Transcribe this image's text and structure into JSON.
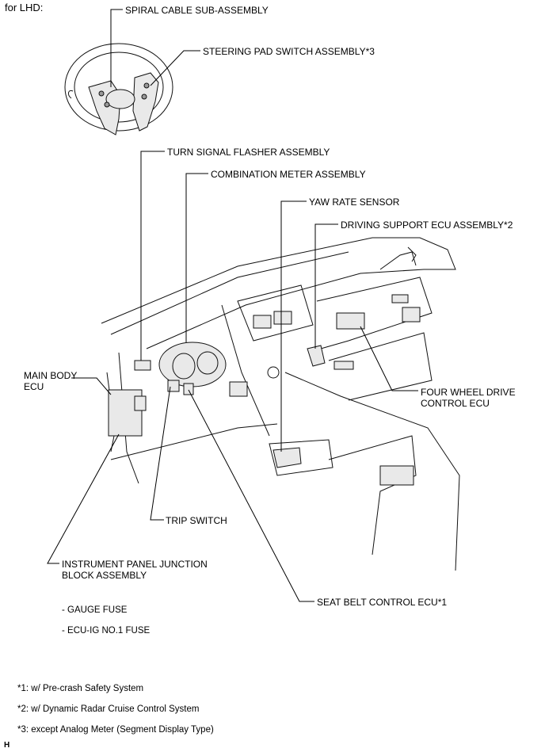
{
  "title": "for LHD:",
  "labels": {
    "spiral_cable": "SPIRAL CABLE SUB-ASSEMBLY",
    "steering_pad": "STEERING PAD SWITCH ASSEMBLY*3",
    "turn_signal": "TURN SIGNAL FLASHER ASSEMBLY",
    "combination_meter": "COMBINATION METER ASSEMBLY",
    "yaw_rate": "YAW RATE SENSOR",
    "driving_support": "DRIVING SUPPORT ECU ASSEMBLY*2",
    "main_body_1": "MAIN BODY",
    "main_body_2": "ECU",
    "four_wheel_1": "FOUR WHEEL DRIVE",
    "four_wheel_2": "CONTROL ECU",
    "trip_switch": "TRIP SWITCH",
    "ipjb_1": "INSTRUMENT PANEL JUNCTION",
    "ipjb_2": "BLOCK ASSEMBLY",
    "seat_belt": "SEAT BELT CONTROL ECU*1"
  },
  "fuses": [
    "- GAUGE FUSE",
    "- ECU-IG NO.1 FUSE"
  ],
  "footnotes": [
    "*1: w/ Pre-crash Safety System",
    "*2: w/ Dynamic Radar Cruise Control System",
    "*3: except Analog Meter (Segment Display Type)"
  ],
  "corner_mark": "H"
}
